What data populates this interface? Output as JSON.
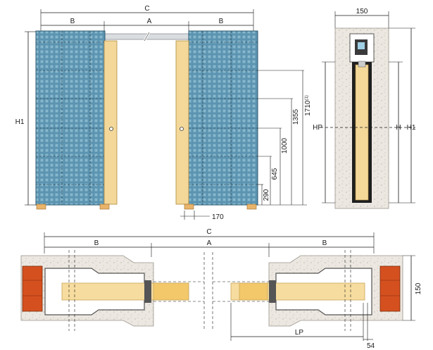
{
  "front_view": {
    "label_C": "C",
    "label_A": "A",
    "label_B_left": "B",
    "label_B_right": "B",
    "label_H1": "H1",
    "label_1710": "1710",
    "label_1710_note": "(1)",
    "label_1355": "1355",
    "label_1000": "1000",
    "label_645": "645",
    "label_290": "290",
    "label_170": "170"
  },
  "side_section": {
    "label_150": "150",
    "label_HP": "HP",
    "label_H": "H",
    "label_H1": "H1"
  },
  "plan_view": {
    "label_C": "C",
    "label_A": "A",
    "label_B_left": "B",
    "label_B_right": "B",
    "label_150": "150",
    "label_LP": "LP",
    "label_54": "54"
  },
  "colors": {
    "mesh": "#5b93b0",
    "mesh_line": "#7fb2c8",
    "wood": "#f6dc9e",
    "plaster": "#e9e5de",
    "brick": "#d5501f",
    "line": "#1a1a1a"
  }
}
